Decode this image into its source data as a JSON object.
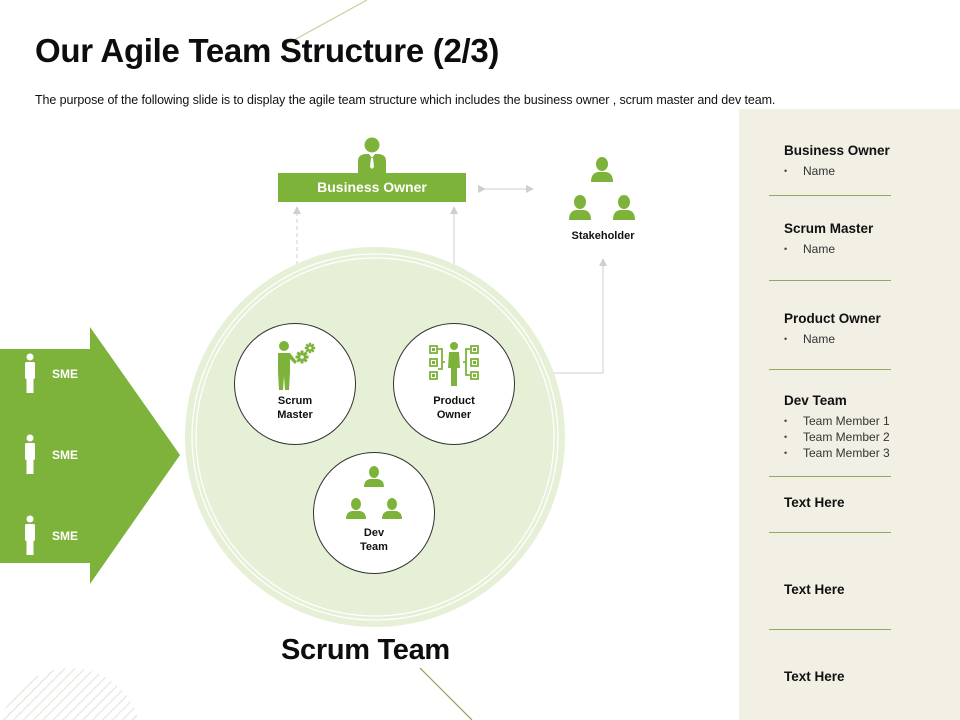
{
  "slide": {
    "title": "Our Agile Team Structure (2/3)",
    "subtitle": "The purpose of the following slide is to display the agile team structure which includes the business owner , scrum master and dev  team.",
    "accent_color": "#7db33a",
    "light_accent_color": "#e6f0d6",
    "panel_color": "#f2efe5"
  },
  "diagram": {
    "business_owner": {
      "label": "Business Owner",
      "icon": "person-with-tie-icon"
    },
    "stakeholder": {
      "label": "Stakeholder",
      "icon": "people-group-icon"
    },
    "sme_arrow": {
      "items": [
        {
          "label": "SME",
          "icon": "person-icon"
        },
        {
          "label": "SME",
          "icon": "person-icon"
        },
        {
          "label": "SME",
          "icon": "person-icon"
        }
      ]
    },
    "scrum_team": {
      "label": "Scrum Team",
      "members": [
        {
          "line1": "Scrum",
          "line2": "Master",
          "icon": "person-gears-icon"
        },
        {
          "line1": "Product",
          "line2": "Owner",
          "icon": "person-checklist-icon"
        },
        {
          "line1": "Dev",
          "line2": "Team",
          "icon": "people-group-icon"
        }
      ]
    }
  },
  "side_panel": {
    "sections": [
      {
        "title": "Business Owner",
        "items": [
          "Name"
        ]
      },
      {
        "title": "Scrum Master",
        "items": [
          "Name"
        ]
      },
      {
        "title": "Product Owner",
        "items": [
          "Name"
        ]
      },
      {
        "title": "Dev Team",
        "items": [
          "Team Member 1",
          "Team Member 2",
          "Team Member 3"
        ]
      },
      {
        "title": "Text Here",
        "items": []
      },
      {
        "title": "Text Here",
        "items": []
      },
      {
        "title": "Text Here",
        "items": []
      }
    ],
    "bullet": "•"
  }
}
